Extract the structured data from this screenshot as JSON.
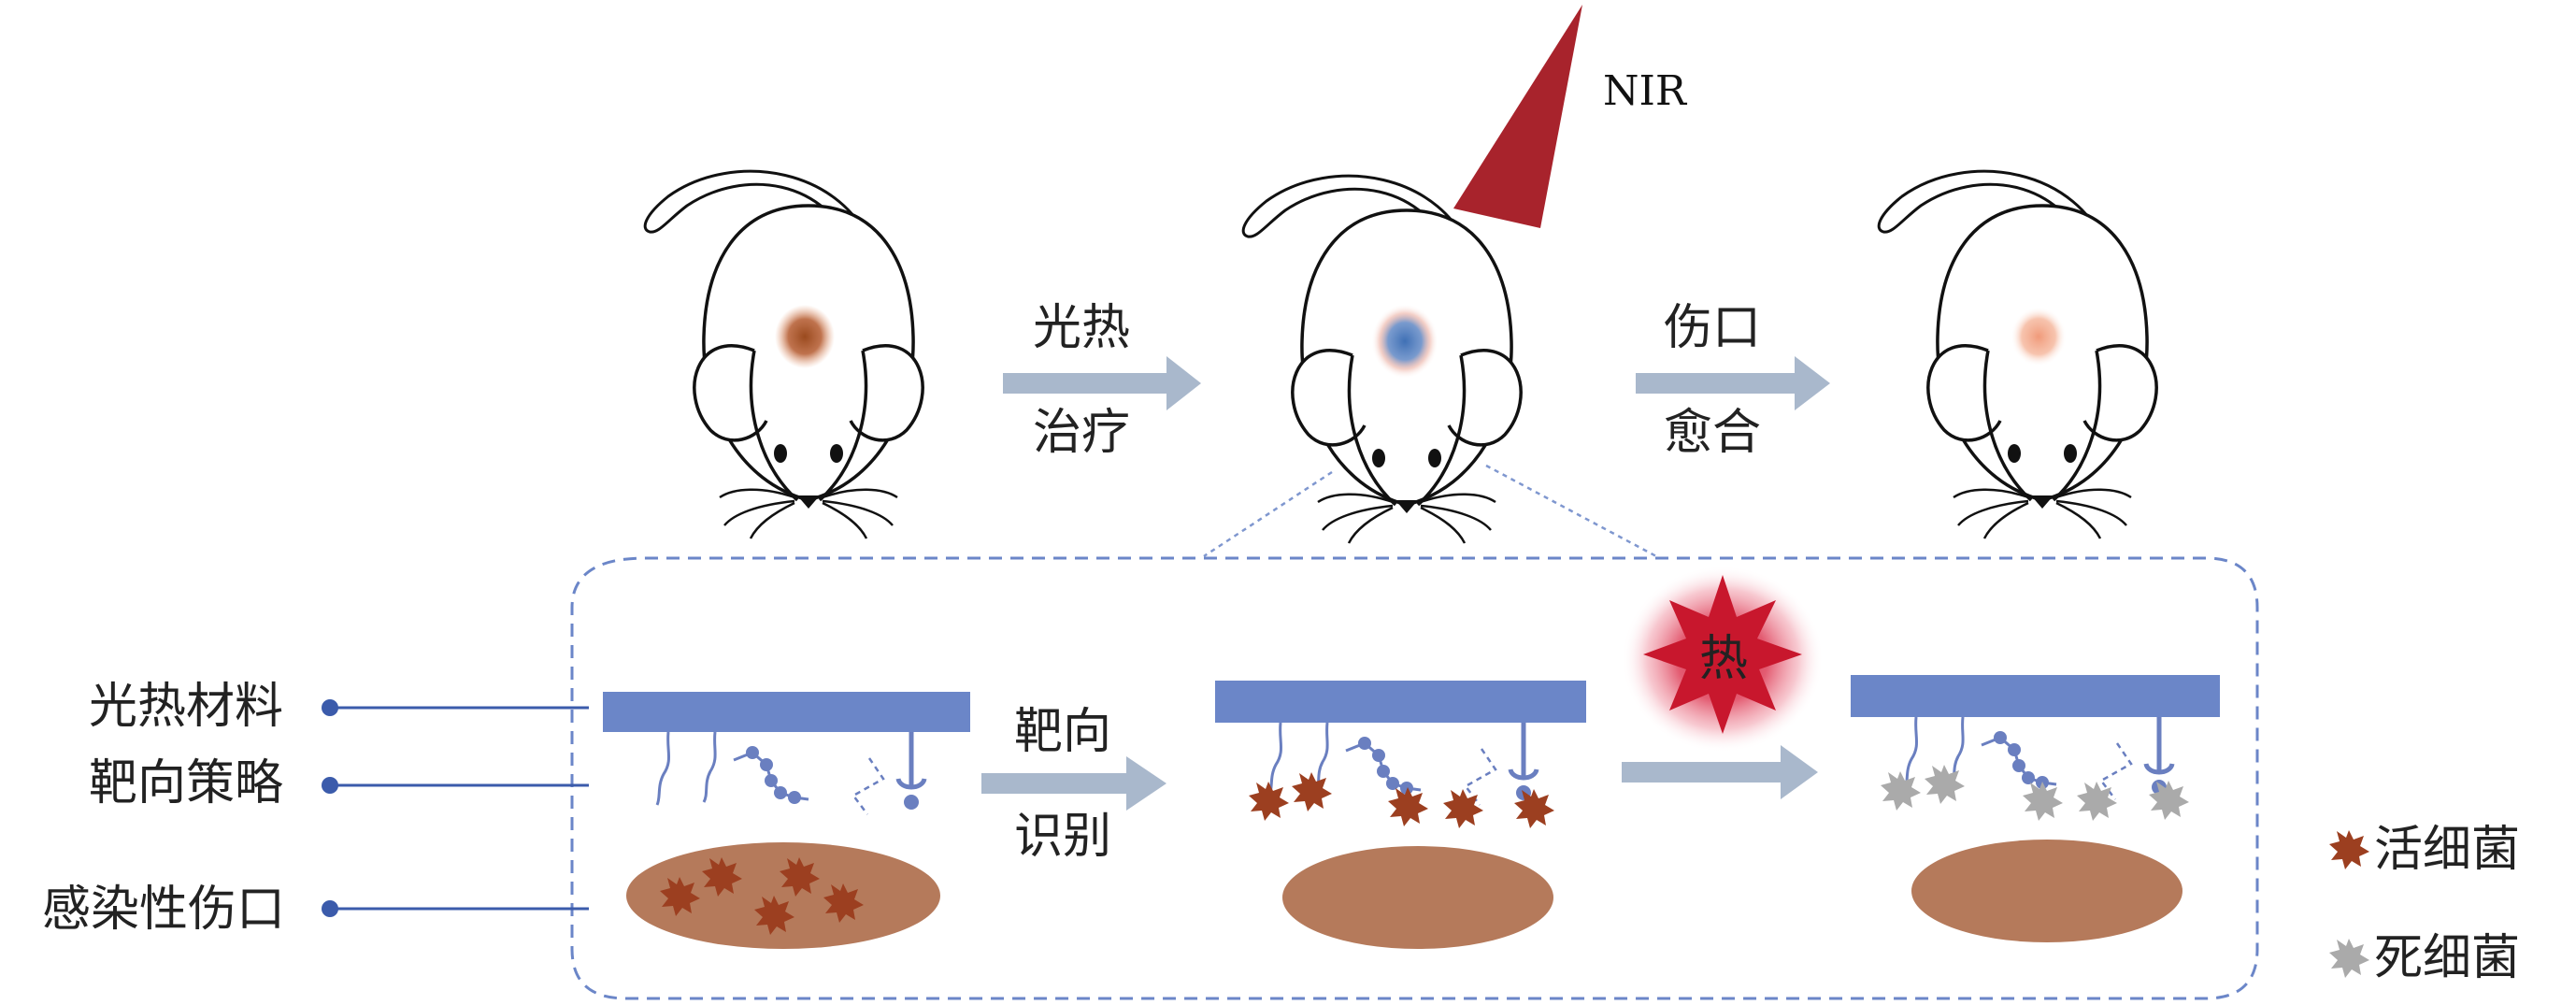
{
  "top_row": {
    "nir_label": "NIR",
    "arrow1": {
      "line1": "光热",
      "line2": "治疗"
    },
    "arrow2": {
      "line1": "伤口",
      "line2": "愈合"
    }
  },
  "left_labels": {
    "material": "光热材料",
    "targeting": "靶向策略",
    "wound": "感染性伤口"
  },
  "panel": {
    "arrow_recognition": {
      "line1": "靶向",
      "line2": "识别"
    },
    "heat_label": "热"
  },
  "legend": {
    "live_bacteria": "活细菌",
    "dead_bacteria": "死细菌"
  },
  "colors": {
    "material_bar": "#6b86c8",
    "ligand_blue": "#6a7fc0",
    "wound": "#b57a5b",
    "live_bacteria": "#9c3f20",
    "dead_bacteria": "#aaaaaa",
    "arrow": "#a9b8cc",
    "nir_beam": "#a8232c",
    "dashed_frame": "#6b86c8",
    "heat_glow": "#d61f3a"
  },
  "mice": [
    {
      "spot": "infected",
      "spot_color": "#a0522d"
    },
    {
      "spot": "treated",
      "spot_color": "#4a78b8"
    },
    {
      "spot": "healed",
      "spot_color": "#f0a080"
    }
  ]
}
